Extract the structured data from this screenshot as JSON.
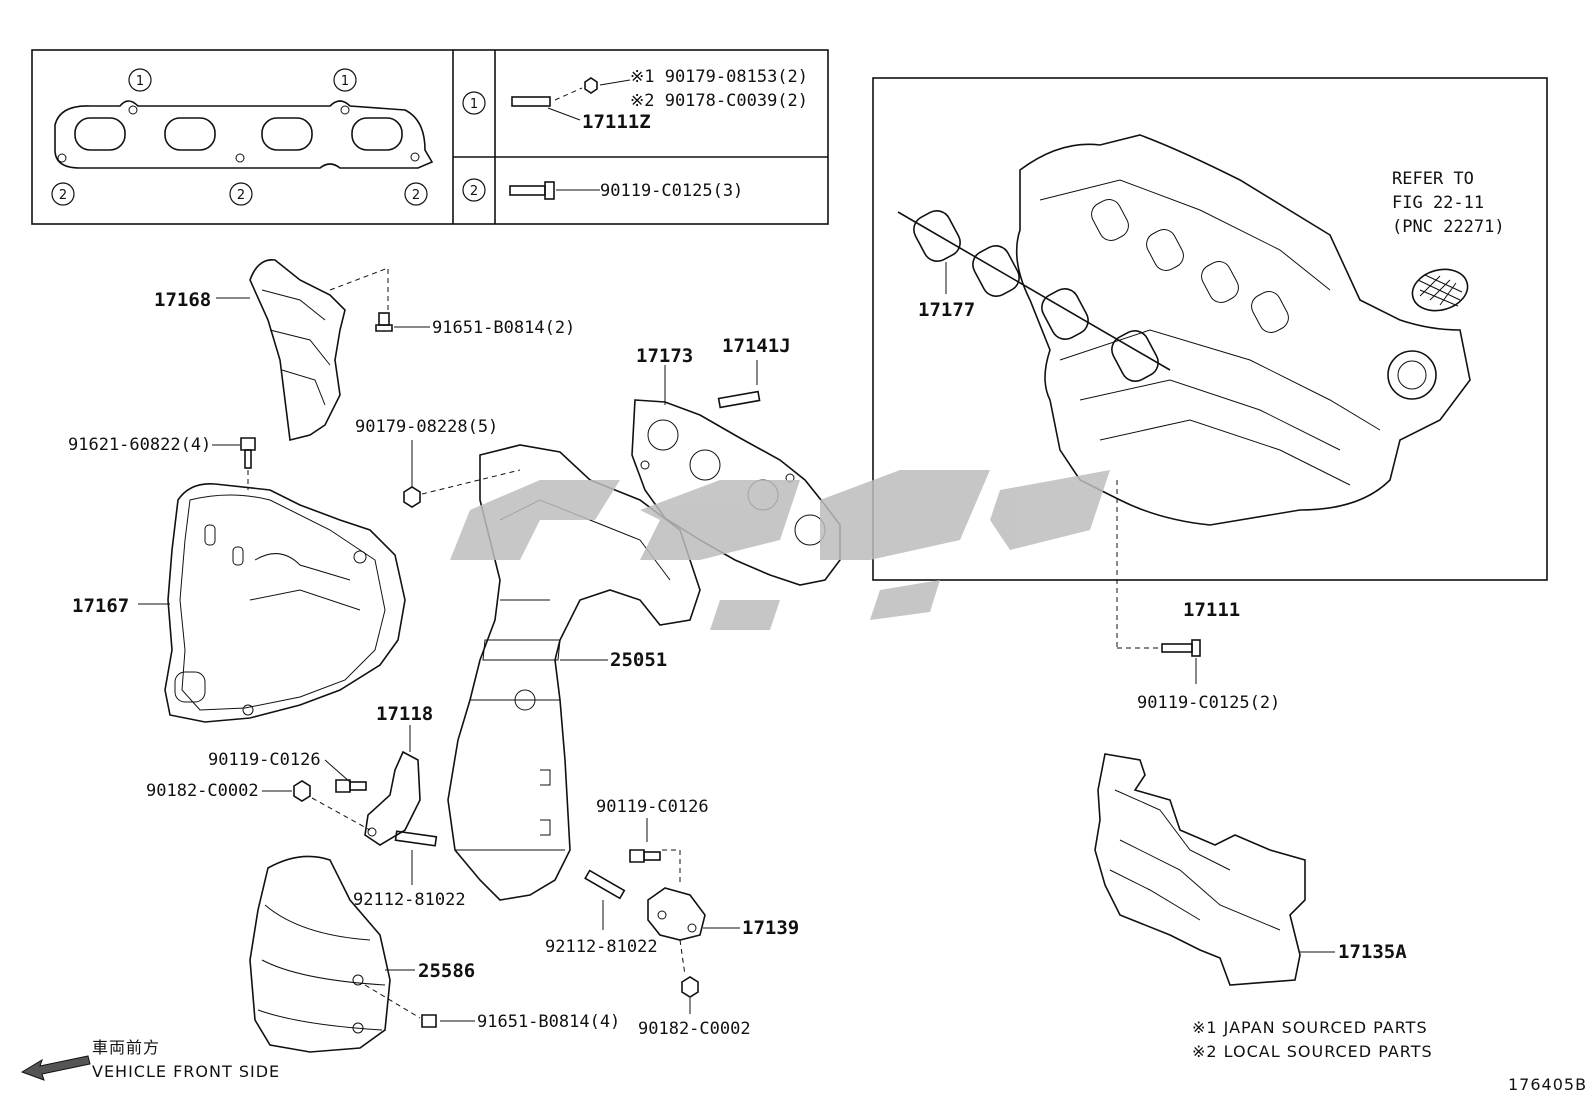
{
  "legend_table": {
    "circle_1": "1",
    "circle_2": "2",
    "row1_note1": "※1 90179-08153(2)",
    "row1_note2": "※2 90178-C0039(2)",
    "row1_part": "17111Z",
    "row2_part": "90119-C0125(3)"
  },
  "labels": {
    "p17168": "17168",
    "p91651_b0814_2": "91651-B0814(2)",
    "p17173": "17173",
    "p17141j": "17141J",
    "p91621": "91621-60822(4)",
    "p90179_08228": "90179-08228(5)",
    "p17167": "17167",
    "p25051": "25051",
    "p17118": "17118",
    "p90119_c0126_a": "90119-C0126",
    "p90182_c0002_a": "90182-C0002",
    "p92112_a": "92112-81022",
    "p90119_c0126_b": "90119-C0126",
    "p17139": "17139",
    "p92112_b": "92112-81022",
    "p25586": "25586",
    "p91651_b0814_4": "91651-B0814(4)",
    "p90182_c0002_b": "90182-C0002",
    "p17177": "17177",
    "refer1": "REFER TO",
    "refer2": "FIG 22-11",
    "refer3": "(PNC 22271)",
    "p17111": "17111",
    "p90119_c0125_2": "90119-C0125(2)",
    "p17135a": "17135A"
  },
  "notes": {
    "japan": "※1 JAPAN SOURCED PARTS",
    "local": "※2 LOCAL SOURCED PARTS",
    "front_jp": "車両前方",
    "front_en": "VEHICLE FRONT SIDE",
    "drawing_no": "176405B"
  },
  "colors": {
    "line": "#111111",
    "watermark": "#bdbdbd"
  }
}
